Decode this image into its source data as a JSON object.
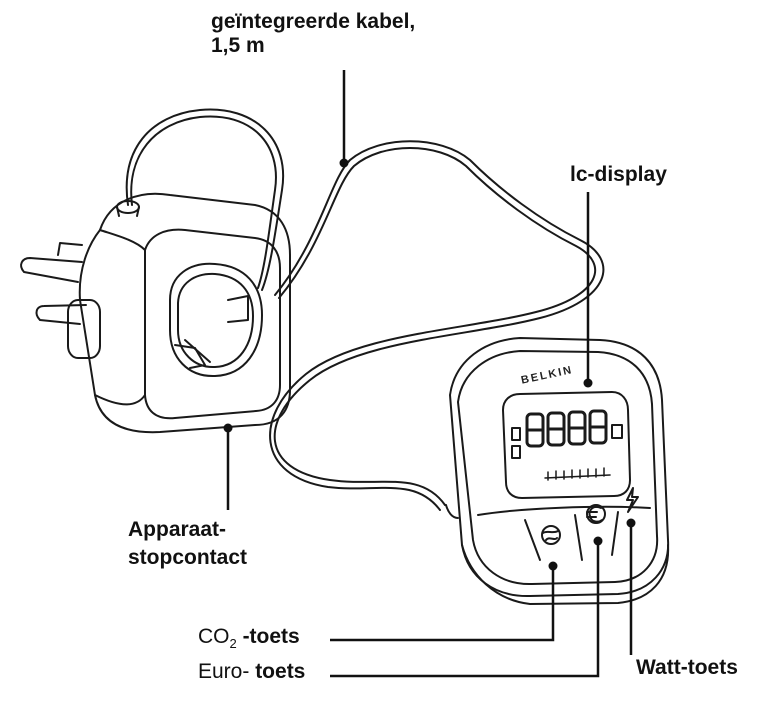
{
  "labels": {
    "cable_line1": "geïntegreerde kabel,",
    "cable_line2": "1,5 m",
    "lcd": "lc-display",
    "socket_line1": "Apparaat-",
    "socket_line2": "stopcontact",
    "co2_prefix": "CO",
    "co2_sub": "2",
    "co2_suffix": " -toets",
    "euro_prefix": "Euro-",
    "euro_suffix": " toets",
    "watt": "Watt-toets"
  },
  "device": {
    "brand": "BELKIN",
    "display_digits": "8.8.8.8"
  },
  "icons": [
    "globe-icon",
    "euro-icon",
    "lightning-icon",
    "plug-icon"
  ]
}
